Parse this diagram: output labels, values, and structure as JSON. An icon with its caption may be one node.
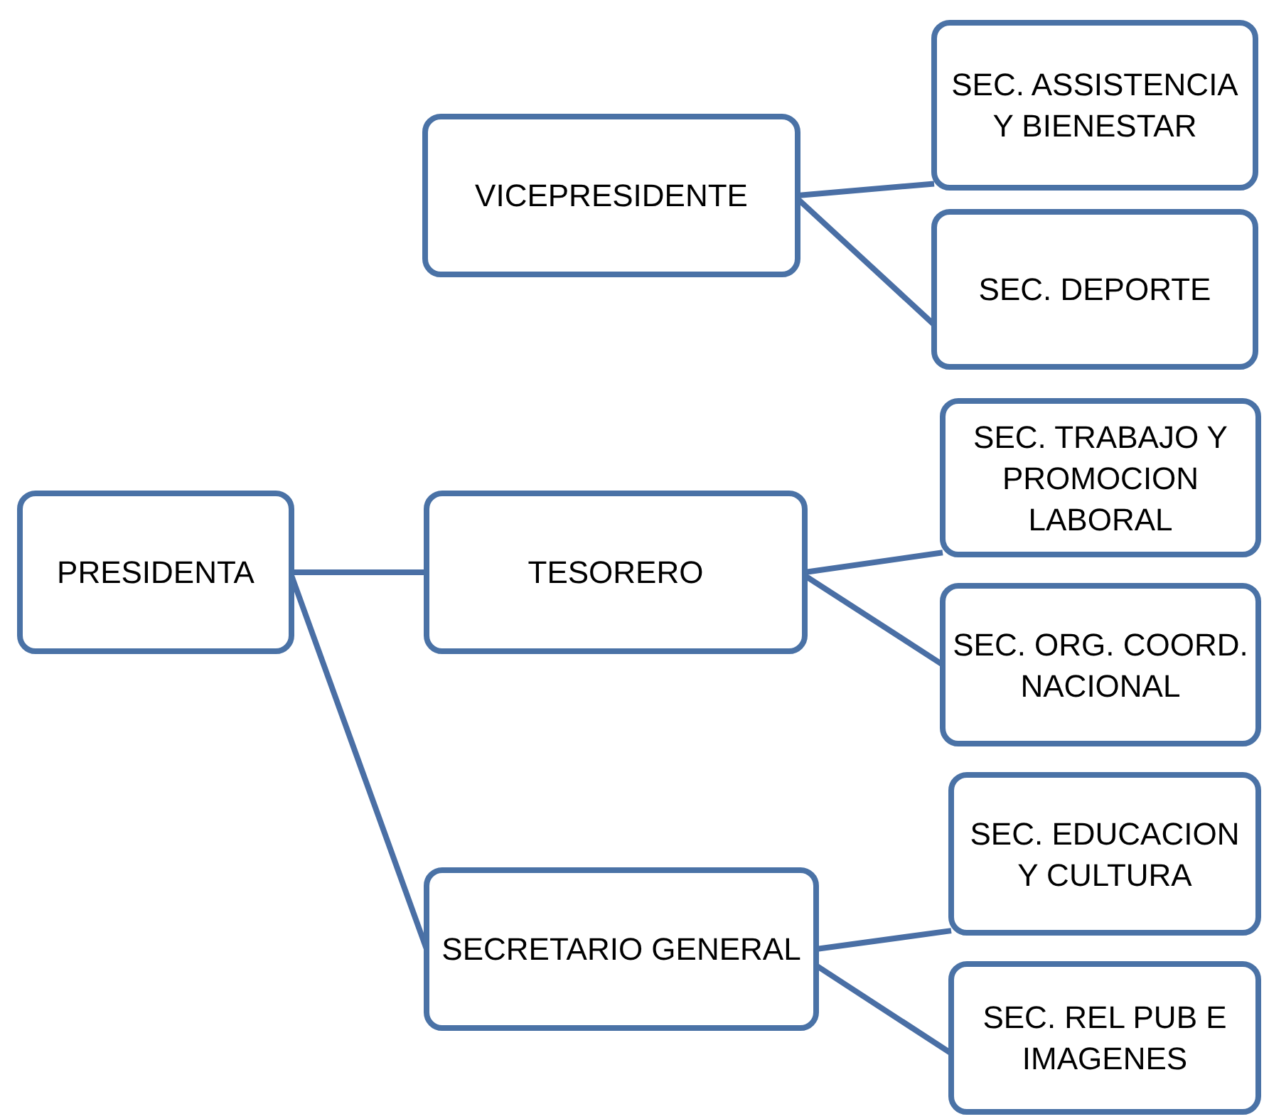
{
  "diagram": {
    "nodes": [
      {
        "text": [
          "PRESIDENTA"
        ]
      },
      {
        "text": [
          "VICEPRESIDENTE"
        ]
      },
      {
        "text": [
          "SEC. ASSISTENCIA Y BIENESTAR"
        ]
      },
      {
        "text": [
          "SEC. DEPORTE"
        ]
      },
      {
        "text": [
          "TESORERO"
        ]
      },
      {
        "text": [
          "SEC. TRABAJO Y PROMOCION LABORAL"
        ]
      },
      {
        "text": [
          "SEC. ORG. COORD. NACIONAL"
        ]
      },
      {
        "text": [
          "SECRETARIO GENERAL"
        ]
      },
      {
        "text": [
          "SEC. EDUCACION Y CULTURA"
        ]
      },
      {
        "text": [
          "SEC. REL PUB E IMAGENES"
        ]
      }
    ],
    "edges": [
      {
        "from": 0,
        "to": 4,
        "arrow": "none"
      },
      {
        "from": 0,
        "to": 7,
        "arrow": "none"
      },
      {
        "from": 1,
        "to": 2,
        "arrow": "none"
      },
      {
        "from": 1,
        "to": 3,
        "arrow": "none"
      },
      {
        "from": 4,
        "to": 5,
        "arrow": "none"
      },
      {
        "from": 4,
        "to": 6,
        "arrow": "none"
      },
      {
        "from": 7,
        "to": 8,
        "arrow": "none"
      },
      {
        "from": 7,
        "to": 9,
        "arrow": "none"
      }
    ]
  }
}
